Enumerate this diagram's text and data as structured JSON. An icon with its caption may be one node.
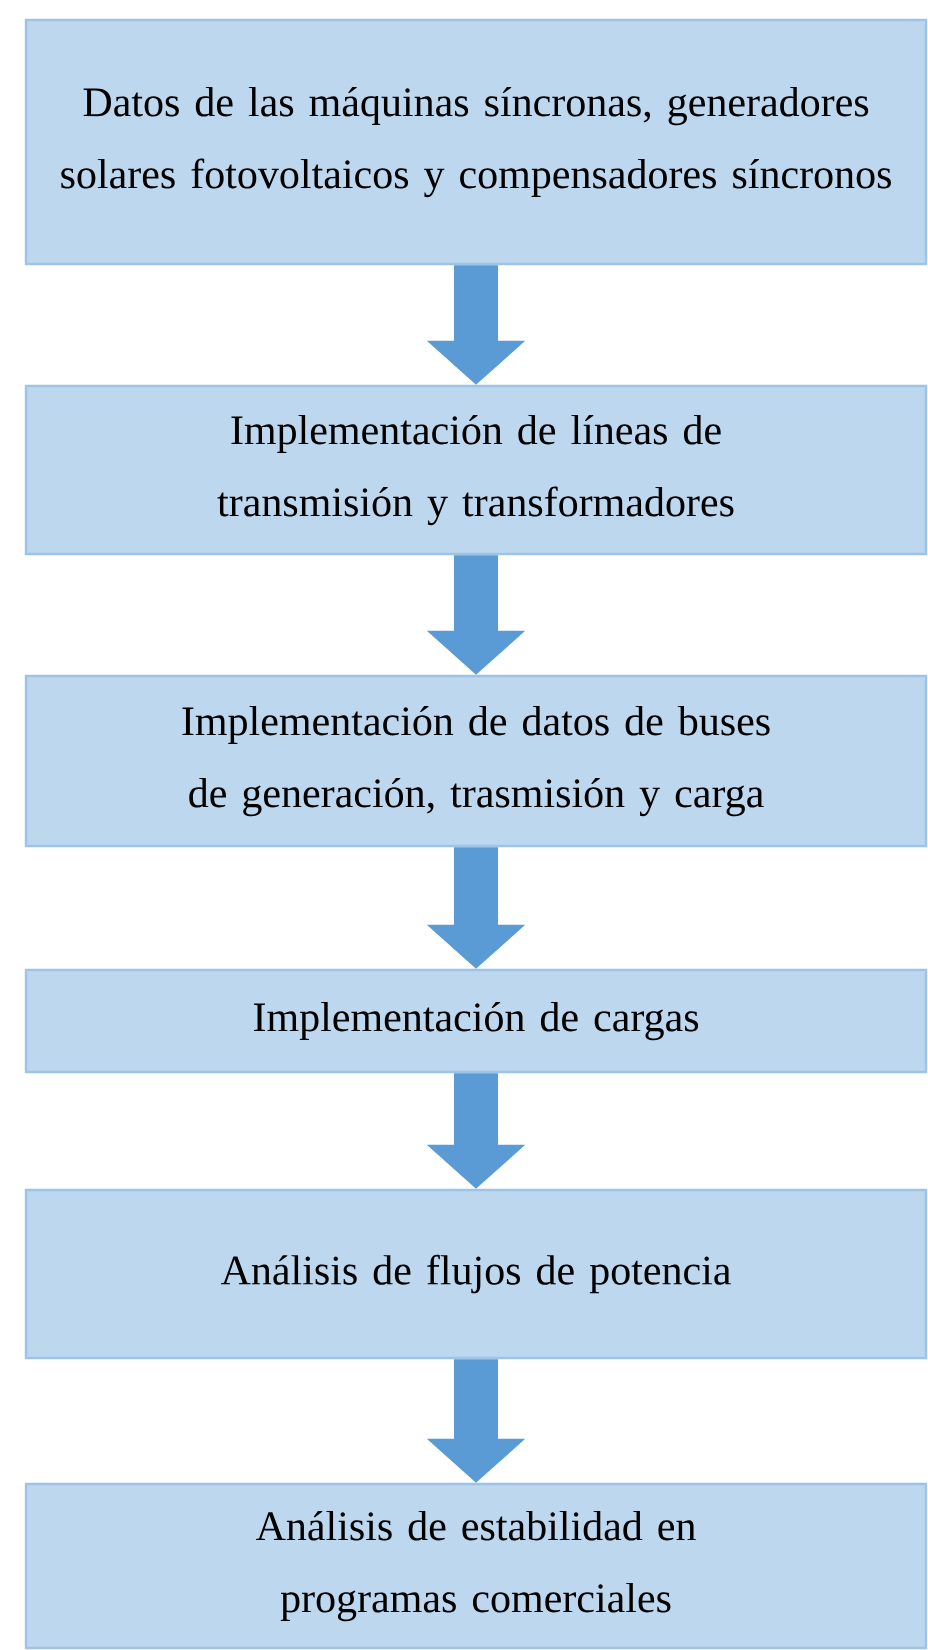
{
  "diagram": {
    "nodes": [
      {
        "text": [
          "Datos de las máquinas síncronas, generadores solares fotovoltaicos y compensadores síncronos"
        ]
      },
      {
        "text": [
          "Implementación de líneas de transmisión y transformadores"
        ]
      },
      {
        "text": [
          "Implementación de datos de buses de generación, trasmisión y carga"
        ]
      },
      {
        "text": [
          "Implementación de cargas"
        ]
      },
      {
        "text": [
          "Análisis de flujos de potencia"
        ]
      },
      {
        "text": [
          "Análisis de estabilidad en programas comerciales"
        ]
      }
    ],
    "edges": [
      {
        "from": 0,
        "to": 1,
        "arrow": "to"
      },
      {
        "from": 1,
        "to": 2,
        "arrow": "to"
      },
      {
        "from": 2,
        "to": 3,
        "arrow": "to"
      },
      {
        "from": 3,
        "to": 4,
        "arrow": "to"
      },
      {
        "from": 4,
        "to": 5,
        "arrow": "to"
      }
    ]
  }
}
